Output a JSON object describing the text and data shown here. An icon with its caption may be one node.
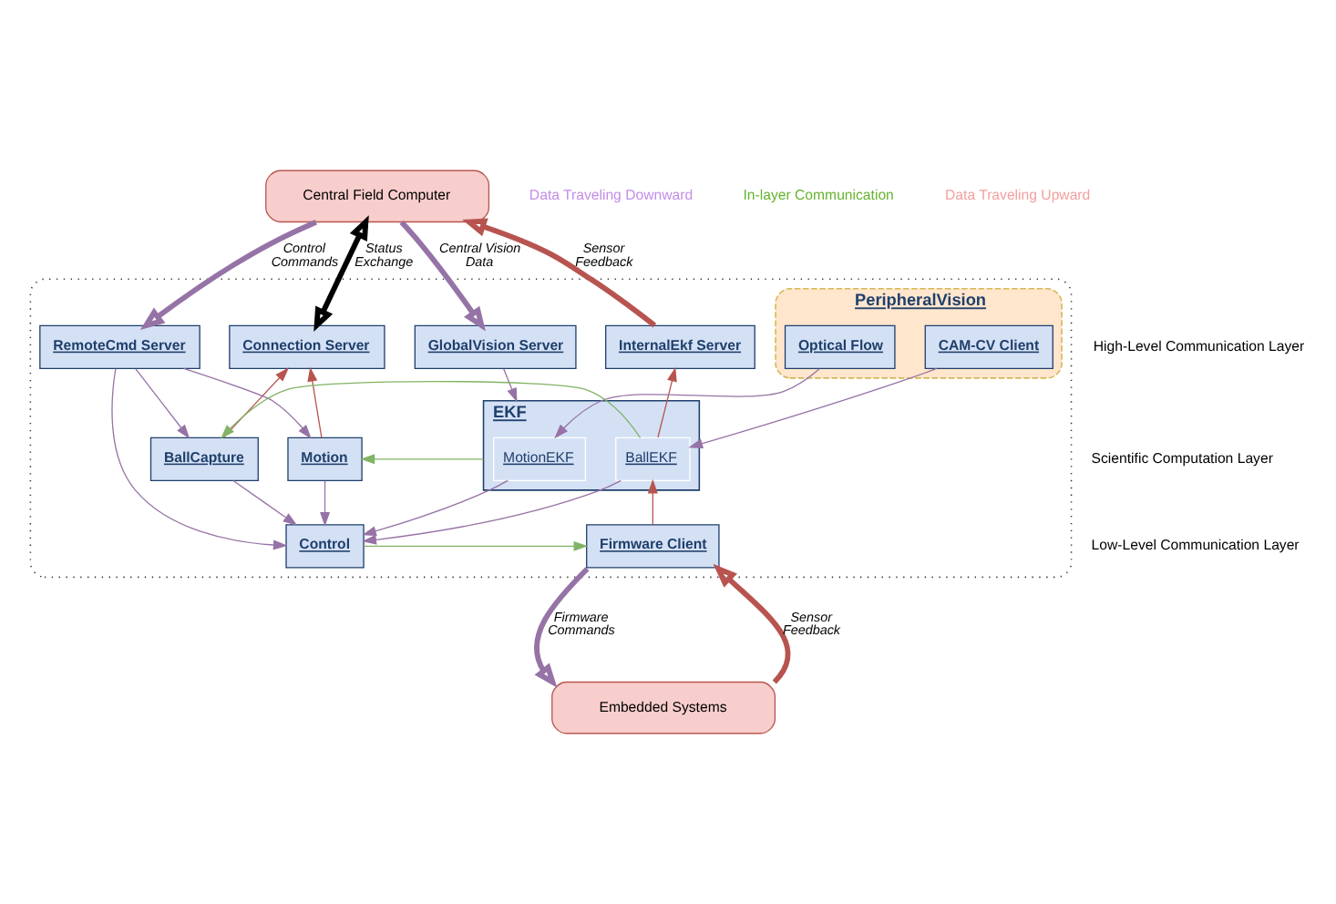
{
  "diagram": {
    "nodes": [
      {
        "text": [
          "Central Field Computer"
        ]
      },
      {
        "text": [],
        "shape": "box"
      },
      {
        "text": [
          "Connection Server"
        ],
        "in": 1
      },
      {
        "text": [
          "RemoteCmd Server"
        ],
        "in": 1
      },
      {
        "text": [
          "GlobalVision Server"
        ],
        "in": 1
      },
      {
        "text": [
          "InternalEkf Server"
        ],
        "in": 1
      },
      {
        "text": [
          "PeripheralVision"
        ],
        "in": 1
      },
      {
        "text": [
          "CAM-CV Client"
        ],
        "in": 6
      },
      {
        "text": [
          "Optical Flow"
        ],
        "in": 6
      },
      {
        "text": [
          "Motion"
        ],
        "in": 1
      },
      {
        "text": [
          "EKF"
        ],
        "in": 1
      },
      {
        "text": [
          "MotionEKF"
        ],
        "in": 10
      },
      {
        "text": [
          "BallEKF"
        ],
        "in": 10
      },
      {
        "text": [
          "BallCapture"
        ],
        "in": 1
      },
      {
        "text": [
          "Control"
        ],
        "in": 1
      },
      {
        "text": [
          "Firmware Client"
        ],
        "in": 1
      },
      {
        "text": [
          "Embedded Systems"
        ]
      }
    ],
    "edges": [
      {
        "from": 0,
        "to": 2,
        "arrow": "both",
        "label": "Status Exchange",
        "style": "thick",
        "color": "#000000"
      },
      {
        "from": 0,
        "to": 3,
        "arrow": "to",
        "label": "Control Commands",
        "style": "thick"
      },
      {
        "from": 0,
        "to": 4,
        "arrow": "to",
        "label": "Central Vision Data",
        "style": "thick"
      },
      {
        "from": 5,
        "to": 0,
        "arrow": "to",
        "label": "Sensor Feedback",
        "style": "thick",
        "color": "#b85450"
      },
      {
        "from": 3,
        "to": 9,
        "arrow": "to"
      },
      {
        "from": 3,
        "to": 14,
        "arrow": "to"
      },
      {
        "from": 3,
        "to": 13,
        "arrow": "to"
      },
      {
        "from": 4,
        "to": 10,
        "arrow": "to"
      },
      {
        "from": 10,
        "to": 5,
        "arrow": "to",
        "color": "#b85450"
      },
      {
        "from": 9,
        "to": 2,
        "arrow": "to",
        "color": "#b85450"
      },
      {
        "from": 13,
        "to": 2,
        "arrow": "to",
        "color": "#b85450"
      },
      {
        "from": 10,
        "to": 9,
        "arrow": "to",
        "color": "#82b366"
      },
      {
        "from": 12,
        "to": 13,
        "arrow": "to",
        "color": "#82b366"
      },
      {
        "from": 8,
        "to": 11,
        "arrow": "to"
      },
      {
        "from": 7,
        "to": 12,
        "arrow": "to"
      },
      {
        "from": 9,
        "to": 14,
        "arrow": "to"
      },
      {
        "from": 13,
        "to": 14,
        "arrow": "to"
      },
      {
        "from": 11,
        "to": 14,
        "arrow": "to"
      },
      {
        "from": 12,
        "to": 14,
        "arrow": "to"
      },
      {
        "from": 15,
        "to": 12,
        "arrow": "to",
        "color": "#b85450"
      },
      {
        "from": 14,
        "to": 15,
        "arrow": "to",
        "color": "#82b366"
      },
      {
        "from": 15,
        "to": 16,
        "arrow": "to",
        "label": "Firmware Commands",
        "style": "thick"
      },
      {
        "from": 16,
        "to": 15,
        "arrow": "to",
        "label": "Sensor Feedback",
        "style": "thick",
        "color": "#b85450"
      }
    ],
    "labels": [
      "High-Level Communication Layer",
      "Scientific Computation Layer",
      "Low-Level Communication Layer"
    ],
    "legend": [
      {
        "text": "Data Traveling Downward",
        "color": "#c38ee8"
      },
      {
        "text": "In-layer Communication",
        "color": "#66b32e"
      },
      {
        "text": "Data Traveling Upward",
        "color": "#f4a0a0"
      }
    ]
  }
}
